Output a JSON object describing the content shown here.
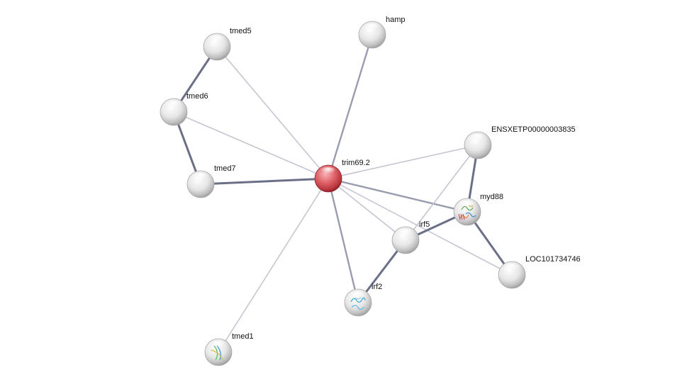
{
  "colors": {
    "query_node": "#d9535c",
    "protein_node": "#e8e8e8",
    "edge_strong": "#6b6f88",
    "edge_medium": "#9a9cb0",
    "edge_weak": "#c4c6d2"
  },
  "nodes": [
    {
      "id": "trim69.2",
      "label": "trim69.2",
      "query": true,
      "structure": false
    },
    {
      "id": "hamp",
      "label": "hamp",
      "query": false,
      "structure": false
    },
    {
      "id": "tmed5",
      "label": "tmed5",
      "query": false,
      "structure": false
    },
    {
      "id": "tmed6",
      "label": "tmed6",
      "query": false,
      "structure": false
    },
    {
      "id": "tmed7",
      "label": "tmed7",
      "query": false,
      "structure": false
    },
    {
      "id": "ENSXETP00000003835",
      "label": "ENSXETP00000003835",
      "query": false,
      "structure": false
    },
    {
      "id": "myd88",
      "label": "myd88",
      "query": false,
      "structure": true
    },
    {
      "id": "irf5",
      "label": "irf5",
      "query": false,
      "structure": false
    },
    {
      "id": "LOC101734746",
      "label": "LOC101734746",
      "query": false,
      "structure": false
    },
    {
      "id": "irf2",
      "label": "irf2",
      "query": false,
      "structure": true
    },
    {
      "id": "tmed1",
      "label": "tmed1",
      "query": false,
      "structure": true
    }
  ],
  "edges": [
    {
      "source": "tmed5",
      "target": "trim69.2",
      "strength": "weak"
    },
    {
      "source": "tmed6",
      "target": "trim69.2",
      "strength": "weak"
    },
    {
      "source": "tmed7",
      "target": "trim69.2",
      "strength": "strong"
    },
    {
      "source": "hamp",
      "target": "trim69.2",
      "strength": "medium"
    },
    {
      "source": "tmed1",
      "target": "trim69.2",
      "strength": "weak"
    },
    {
      "source": "trim69.2",
      "target": "ENSXETP00000003835",
      "strength": "weak"
    },
    {
      "source": "trim69.2",
      "target": "myd88",
      "strength": "medium"
    },
    {
      "source": "trim69.2",
      "target": "irf5",
      "strength": "weak"
    },
    {
      "source": "trim69.2",
      "target": "irf2",
      "strength": "medium"
    },
    {
      "source": "trim69.2",
      "target": "LOC101734746",
      "strength": "weak"
    },
    {
      "source": "tmed5",
      "target": "tmed6",
      "strength": "strong"
    },
    {
      "source": "tmed6",
      "target": "tmed7",
      "strength": "strong"
    },
    {
      "source": "ENSXETP00000003835",
      "target": "myd88",
      "strength": "strong"
    },
    {
      "source": "ENSXETP00000003835",
      "target": "irf5",
      "strength": "weak"
    },
    {
      "source": "myd88",
      "target": "irf5",
      "strength": "strong"
    },
    {
      "source": "myd88",
      "target": "LOC101734746",
      "strength": "strong"
    },
    {
      "source": "irf5",
      "target": "irf2",
      "strength": "strong"
    }
  ]
}
